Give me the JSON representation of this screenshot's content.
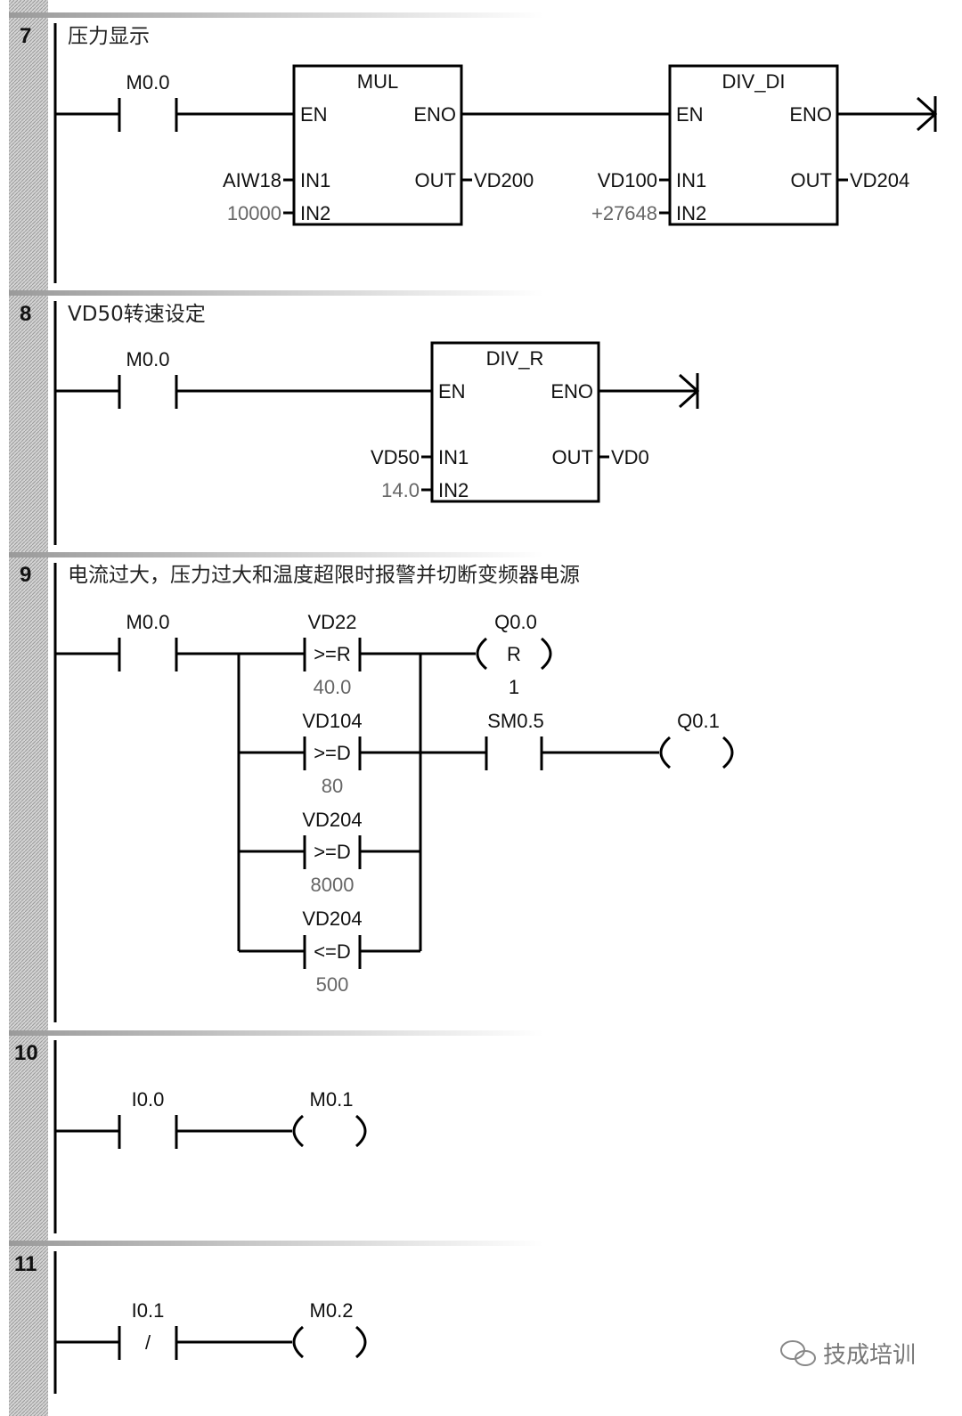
{
  "networks": [
    {
      "number": "7",
      "comment": "压力显示",
      "contact": "M0.0",
      "mul": {
        "title": "MUL",
        "en": "EN",
        "eno": "ENO",
        "in1_label": "IN1",
        "in2_label": "IN2",
        "out_label": "OUT",
        "in1": "AIW18",
        "in2": "10000",
        "out": "VD200"
      },
      "div_di": {
        "title": "DIV_DI",
        "en": "EN",
        "eno": "ENO",
        "in1_label": "IN1",
        "in2_label": "IN2",
        "out_label": "OUT",
        "in1": "VD100",
        "in2": "+27648",
        "out": "VD204"
      }
    },
    {
      "number": "8",
      "comment": "VD50转速设定",
      "contact": "M0.0",
      "div_r": {
        "title": "DIV_R",
        "en": "EN",
        "eno": "ENO",
        "in1_label": "IN1",
        "in2_label": "IN2",
        "out_label": "OUT",
        "in1": "VD50",
        "in2": "14.0",
        "out": "VD0"
      }
    },
    {
      "number": "9",
      "comment": "电流过大，压力过大和温度超限时报警并切断变频器电源",
      "contact": "M0.0",
      "comparators": [
        {
          "operand": "VD22",
          "op": ">=R",
          "value": "40.0"
        },
        {
          "operand": "VD104",
          "op": ">=D",
          "value": "80"
        },
        {
          "operand": "VD204",
          "op": ">=D",
          "value": "8000"
        },
        {
          "operand": "VD204",
          "op": "<=D",
          "value": "500"
        }
      ],
      "reset_coil": {
        "address": "Q0.0",
        "symbol": "R",
        "count": "1"
      },
      "sm_contact": "SM0.5",
      "output_coil": "Q0.1"
    },
    {
      "number": "10",
      "contact": "I0.0",
      "coil": "M0.1"
    },
    {
      "number": "11",
      "contact": "I0.1",
      "contact_symbol": "/",
      "coil": "M0.2"
    }
  ],
  "watermark": "技成培训",
  "colors": {
    "gutter": "#c8c8c8",
    "wire": "#000000",
    "comment": "#222222"
  }
}
